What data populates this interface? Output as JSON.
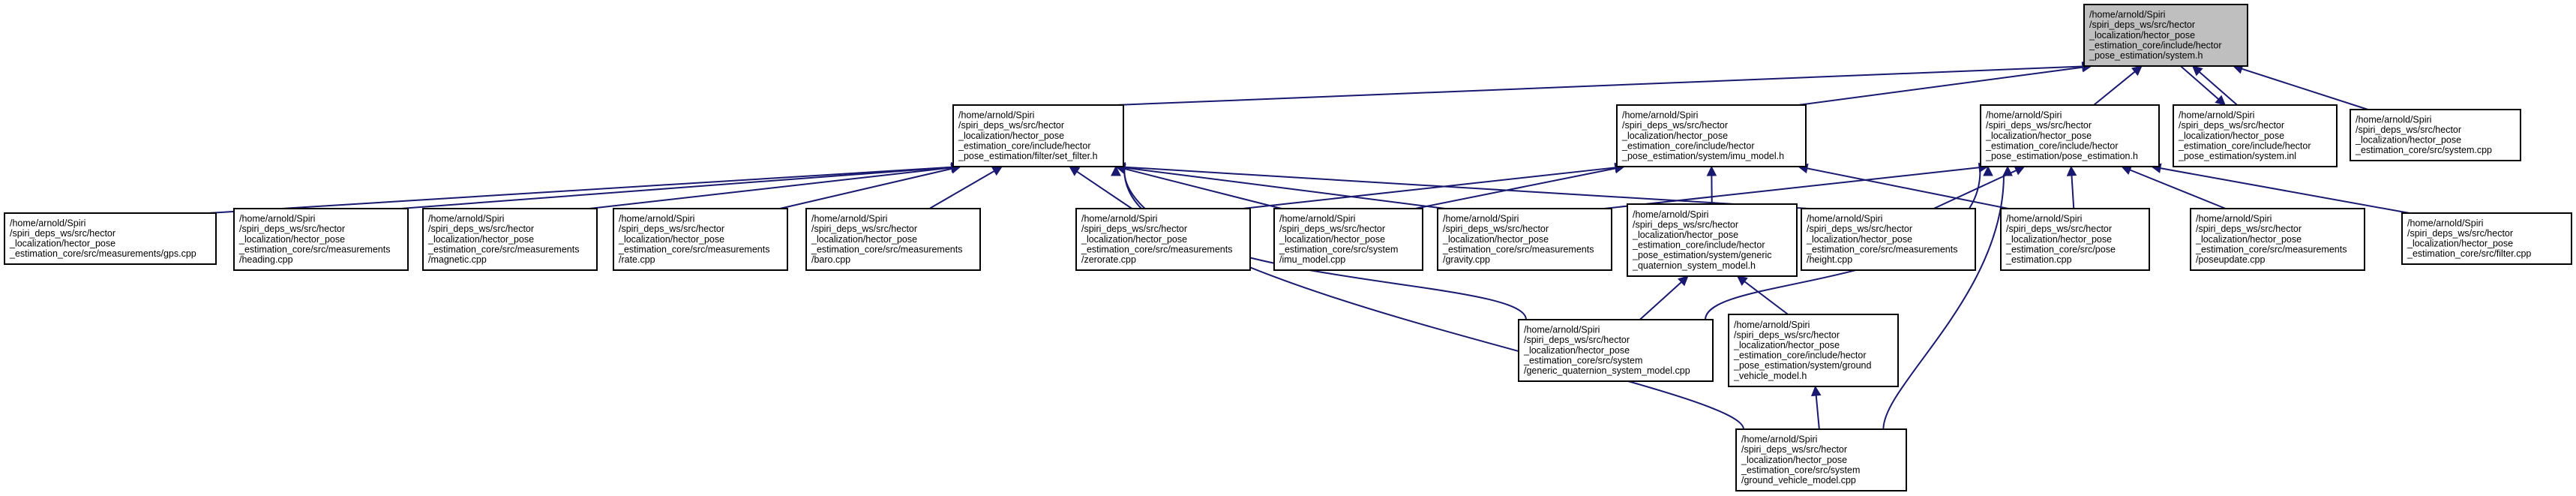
{
  "graph": {
    "title": "",
    "colors": {
      "edge": "#191970",
      "root_fill": "#bfbfbf",
      "node_fill": "#ffffff",
      "node_stroke": "#000000"
    },
    "nodes": [
      {
        "id": "system_h",
        "root": true,
        "lines": [
          "/home/arnold/Spiri",
          "/spiri_deps_ws/src/hector",
          "_localization/hector_pose",
          "_estimation_core/include/hector",
          "_pose_estimation/system.h"
        ]
      },
      {
        "id": "set_filter_h",
        "lines": [
          "/home/arnold/Spiri",
          "/spiri_deps_ws/src/hector",
          "_localization/hector_pose",
          "_estimation_core/include/hector",
          "_pose_estimation/filter/set_filter.h"
        ]
      },
      {
        "id": "imu_model_h",
        "lines": [
          "/home/arnold/Spiri",
          "/spiri_deps_ws/src/hector",
          "_localization/hector_pose",
          "_estimation_core/include/hector",
          "_pose_estimation/system/imu_model.h"
        ]
      },
      {
        "id": "pose_estimation_h",
        "lines": [
          "/home/arnold/Spiri",
          "/spiri_deps_ws/src/hector",
          "_localization/hector_pose",
          "_estimation_core/include/hector",
          "_pose_estimation/pose_estimation.h"
        ]
      },
      {
        "id": "system_inl",
        "lines": [
          "/home/arnold/Spiri",
          "/spiri_deps_ws/src/hector",
          "_localization/hector_pose",
          "_estimation_core/include/hector",
          "_pose_estimation/system.inl"
        ]
      },
      {
        "id": "system_cpp",
        "lines": [
          "/home/arnold/Spiri",
          "/spiri_deps_ws/src/hector",
          "_localization/hector_pose",
          "_estimation_core/src/system.cpp"
        ]
      },
      {
        "id": "gps_cpp",
        "lines": [
          "/home/arnold/Spiri",
          "/spiri_deps_ws/src/hector",
          "_localization/hector_pose",
          "_estimation_core/src/measurements/gps.cpp"
        ]
      },
      {
        "id": "heading_cpp",
        "lines": [
          "/home/arnold/Spiri",
          "/spiri_deps_ws/src/hector",
          "_localization/hector_pose",
          "_estimation_core/src/measurements",
          "/heading.cpp"
        ]
      },
      {
        "id": "magnetic_cpp",
        "lines": [
          "/home/arnold/Spiri",
          "/spiri_deps_ws/src/hector",
          "_localization/hector_pose",
          "_estimation_core/src/measurements",
          "/magnetic.cpp"
        ]
      },
      {
        "id": "rate_cpp",
        "lines": [
          "/home/arnold/Spiri",
          "/spiri_deps_ws/src/hector",
          "_localization/hector_pose",
          "_estimation_core/src/measurements",
          "/rate.cpp"
        ]
      },
      {
        "id": "baro_cpp",
        "lines": [
          "/home/arnold/Spiri",
          "/spiri_deps_ws/src/hector",
          "_localization/hector_pose",
          "_estimation_core/src/measurements",
          "/baro.cpp"
        ]
      },
      {
        "id": "zerorate_cpp",
        "lines": [
          "/home/arnold/Spiri",
          "/spiri_deps_ws/src/hector",
          "_localization/hector_pose",
          "_estimation_core/src/measurements",
          "/zerorate.cpp"
        ]
      },
      {
        "id": "imu_model_cpp",
        "lines": [
          "/home/arnold/Spiri",
          "/spiri_deps_ws/src/hector",
          "_localization/hector_pose",
          "_estimation_core/src/system",
          "/imu_model.cpp"
        ]
      },
      {
        "id": "gravity_cpp",
        "lines": [
          "/home/arnold/Spiri",
          "/spiri_deps_ws/src/hector",
          "_localization/hector_pose",
          "_estimation_core/src/measurements",
          "/gravity.cpp"
        ]
      },
      {
        "id": "generic_quat_h",
        "lines": [
          "/home/arnold/Spiri",
          "/spiri_deps_ws/src/hector",
          "_localization/hector_pose",
          "_estimation_core/include/hector",
          "_pose_estimation/system/generic",
          "_quaternion_system_model.h"
        ]
      },
      {
        "id": "height_cpp",
        "lines": [
          "/home/arnold/Spiri",
          "/spiri_deps_ws/src/hector",
          "_localization/hector_pose",
          "_estimation_core/src/measurements",
          "/height.cpp"
        ]
      },
      {
        "id": "pose_estimation_cpp",
        "lines": [
          "/home/arnold/Spiri",
          "/spiri_deps_ws/src/hector",
          "_localization/hector_pose",
          "_estimation_core/src/pose",
          "_estimation.cpp"
        ]
      },
      {
        "id": "poseupdate_cpp",
        "lines": [
          "/home/arnold/Spiri",
          "/spiri_deps_ws/src/hector",
          "_localization/hector_pose",
          "_estimation_core/src/measurements",
          "/poseupdate.cpp"
        ]
      },
      {
        "id": "filter_cpp",
        "lines": [
          "/home/arnold/Spiri",
          "/spiri_deps_ws/src/hector",
          "_localization/hector_pose",
          "_estimation_core/src/filter.cpp"
        ]
      },
      {
        "id": "generic_quat_cpp",
        "lines": [
          "/home/arnold/Spiri",
          "/spiri_deps_ws/src/hector",
          "_localization/hector_pose",
          "_estimation_core/src/system",
          "/generic_quaternion_system_model.cpp"
        ]
      },
      {
        "id": "ground_vehicle_h",
        "lines": [
          "/home/arnold/Spiri",
          "/spiri_deps_ws/src/hector",
          "_localization/hector_pose",
          "_estimation_core/include/hector",
          "_pose_estimation/system/ground",
          "_vehicle_model.h"
        ]
      },
      {
        "id": "ground_vehicle_cpp",
        "lines": [
          "/home/arnold/Spiri",
          "/spiri_deps_ws/src/hector",
          "_localization/hector_pose",
          "_estimation_core/src/system",
          "/ground_vehicle_model.cpp"
        ]
      }
    ],
    "edges": [
      {
        "from": "set_filter_h",
        "to": "system_h"
      },
      {
        "from": "imu_model_h",
        "to": "system_h"
      },
      {
        "from": "pose_estimation_h",
        "to": "system_h"
      },
      {
        "from": "system_inl",
        "to": "system_h"
      },
      {
        "from": "system_h",
        "to": "system_inl"
      },
      {
        "from": "system_cpp",
        "to": "system_h"
      },
      {
        "from": "gps_cpp",
        "to": "set_filter_h"
      },
      {
        "from": "heading_cpp",
        "to": "set_filter_h"
      },
      {
        "from": "magnetic_cpp",
        "to": "set_filter_h"
      },
      {
        "from": "rate_cpp",
        "to": "set_filter_h"
      },
      {
        "from": "baro_cpp",
        "to": "set_filter_h"
      },
      {
        "from": "zerorate_cpp",
        "to": "set_filter_h"
      },
      {
        "from": "imu_model_cpp",
        "to": "set_filter_h"
      },
      {
        "from": "gravity_cpp",
        "to": "set_filter_h"
      },
      {
        "from": "height_cpp",
        "to": "set_filter_h"
      },
      {
        "from": "generic_quat_cpp",
        "to": "set_filter_h"
      },
      {
        "from": "ground_vehicle_cpp",
        "to": "set_filter_h"
      },
      {
        "from": "zerorate_cpp",
        "to": "imu_model_h"
      },
      {
        "from": "imu_model_cpp",
        "to": "imu_model_h"
      },
      {
        "from": "generic_quat_h",
        "to": "imu_model_h"
      },
      {
        "from": "pose_estimation_cpp",
        "to": "imu_model_h"
      },
      {
        "from": "gravity_cpp",
        "to": "pose_estimation_h"
      },
      {
        "from": "height_cpp",
        "to": "pose_estimation_h"
      },
      {
        "from": "pose_estimation_cpp",
        "to": "pose_estimation_h"
      },
      {
        "from": "poseupdate_cpp",
        "to": "pose_estimation_h"
      },
      {
        "from": "filter_cpp",
        "to": "pose_estimation_h"
      },
      {
        "from": "generic_quat_cpp",
        "to": "pose_estimation_h"
      },
      {
        "from": "ground_vehicle_cpp",
        "to": "pose_estimation_h"
      },
      {
        "from": "generic_quat_cpp",
        "to": "generic_quat_h"
      },
      {
        "from": "ground_vehicle_h",
        "to": "generic_quat_h"
      },
      {
        "from": "ground_vehicle_cpp",
        "to": "ground_vehicle_h"
      }
    ]
  }
}
